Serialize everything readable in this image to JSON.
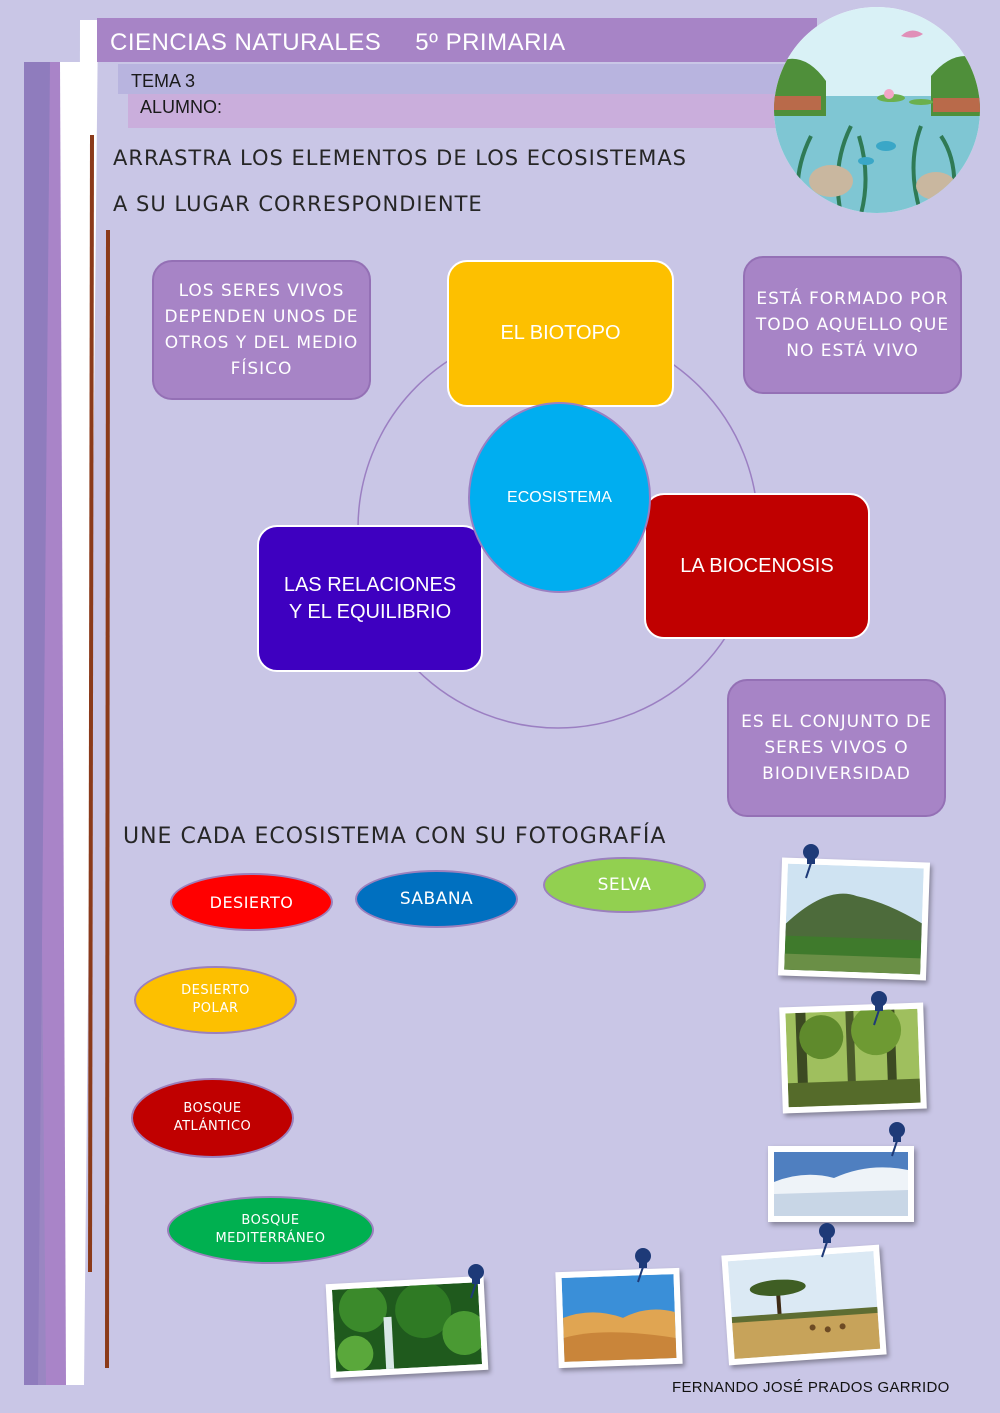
{
  "header": {
    "subject": "CIENCIAS NATURALES",
    "grade": "5º PRIMARIA",
    "topic": "TEMA 3",
    "student_label": "ALUMNO:"
  },
  "activity1": {
    "instruction_line1": "ARRASTRA LOS ELEMENTOS DE LOS ECOSISTEMAS",
    "instruction_line2": "A SU LUGAR CORRESPONDIENTE",
    "center": "ECOSISTEMA",
    "concepts": {
      "biotopo": "EL BIOTOPO",
      "biocenosis": "LA BIOCENOSIS",
      "relaciones": "LAS RELACIONES Y EL EQUILIBRIO"
    },
    "definitions": {
      "relaciones": "LOS SERES VIVOS DEPENDEN UNOS DE OTROS Y DEL MEDIO FÍSICO",
      "biotopo": "ESTÁ FORMADO POR TODO AQUELLO QUE NO ESTÁ VIVO",
      "biocenosis": "ES EL CONJUNTO DE SERES VIVOS O BIODIVERSIDAD"
    }
  },
  "activity2": {
    "instruction": "UNE CADA ECOSISTEMA CON SU FOTOGRAFÍA",
    "ecosystems": {
      "desierto": "DESIERTO",
      "sabana": "SABANA",
      "selva": "SELVA",
      "desierto_polar": "DESIERTO POLAR",
      "bosque_atlantico": "BOSQUE ATLÁNTICO",
      "bosque_mediterraneo": "BOSQUE MEDITERRÁNEO"
    }
  },
  "footer": {
    "author": "FERNANDO JOSÉ PRADOS GARRIDO"
  },
  "colors": {
    "background": "#c9c6e6",
    "header_band": "#a784c6",
    "biotopo": "#fdc000",
    "biocenosis": "#c00000",
    "relaciones": "#3e00c0",
    "center": "#00aef0",
    "definition_box": "#a784c6",
    "desierto": "#ff0000",
    "sabana": "#0070c0",
    "selva": "#92d050",
    "desierto_polar": "#fdc000",
    "bosque_atlantico": "#c00000",
    "bosque_mediterraneo": "#00b050"
  },
  "icons": [
    "pushpin-icon",
    "pond-ecosystem-illustration"
  ]
}
